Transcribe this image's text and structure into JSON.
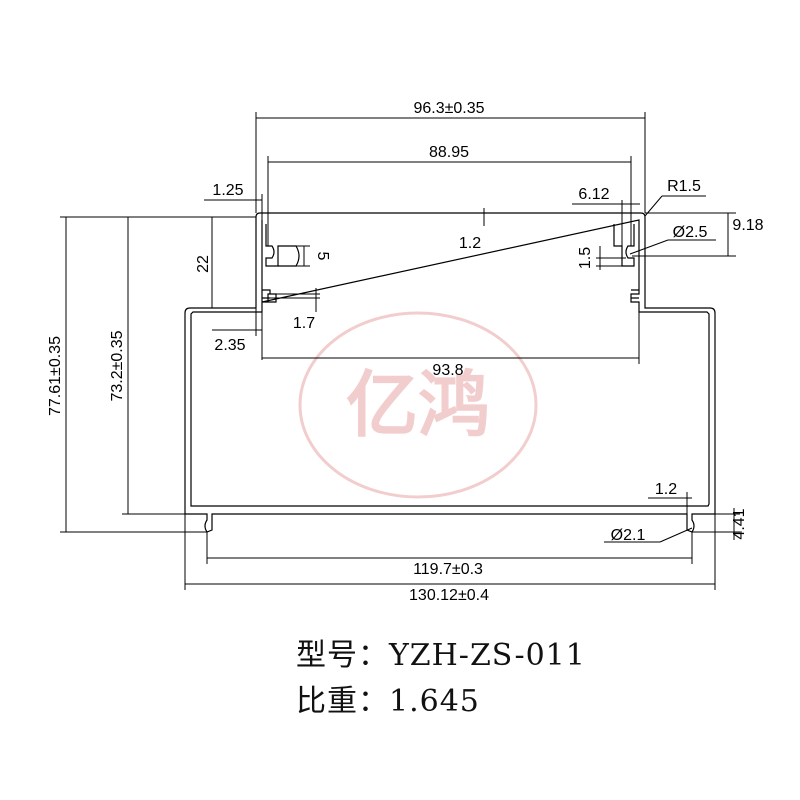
{
  "watermark": {
    "text": "亿鸿",
    "color": "#e8a6a6"
  },
  "dimensions": {
    "top_width": "96.3±0.35",
    "inner_top_width": "88.95",
    "wall_left": "1.25",
    "slot_offset_right": "6.12",
    "radius": "R1.5",
    "hole_top": "Ø2.5",
    "right_offset": "9.18",
    "top_wall": "1.2",
    "left_upper_height": "22",
    "slot_height": "5",
    "slot_small": "1.5",
    "slot_width": "1.7",
    "left_step": "2.35",
    "mid_width": "93.8",
    "total_height": "77.61±0.35",
    "inner_height": "73.2±0.35",
    "bottom_wall": "1.2",
    "hole_bottom": "Ø2.1",
    "bottom_right": "4.41",
    "bottom_inner_width": "119.7±0.3",
    "bottom_width": "130.12±0.4"
  },
  "caption": {
    "model_label": "型号：",
    "model_value": "YZH-ZS-011",
    "weight_label": "比重：",
    "weight_value": "1.645"
  }
}
